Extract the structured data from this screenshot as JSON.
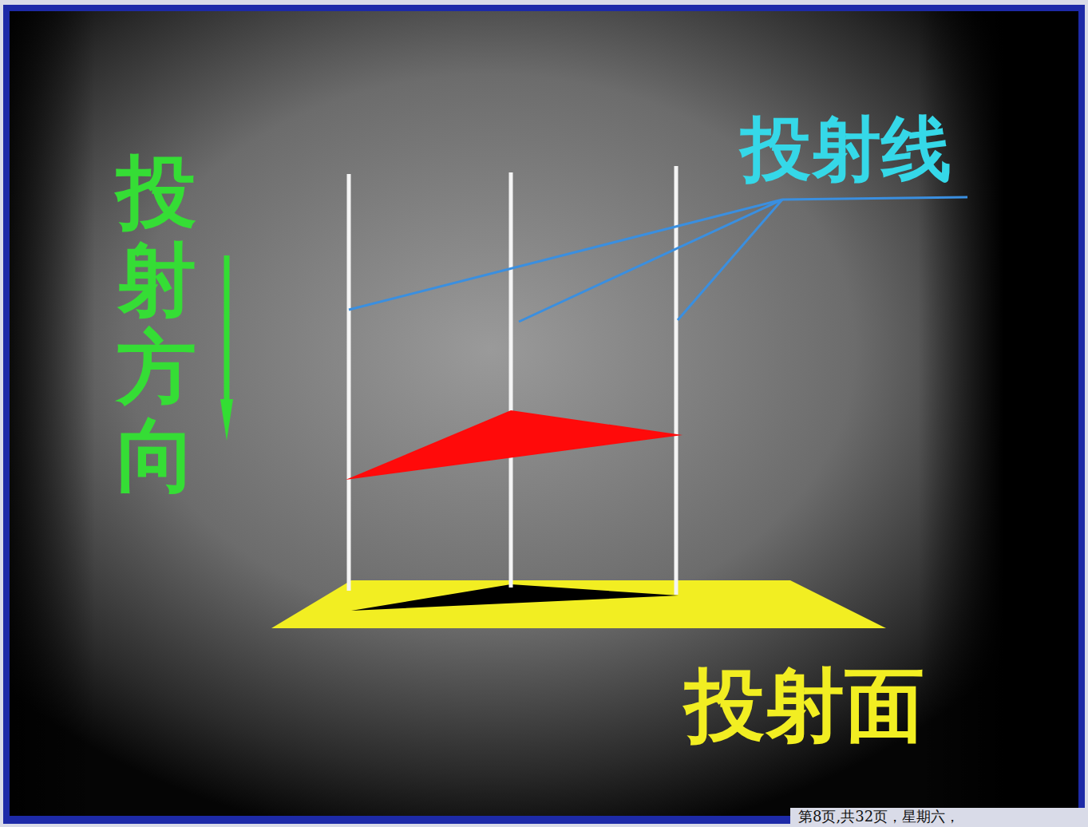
{
  "diagram": {
    "labels": [
      "投射线",
      "投射方向",
      "投射面",
      "第8页,共32页，星期六，"
    ]
  }
}
